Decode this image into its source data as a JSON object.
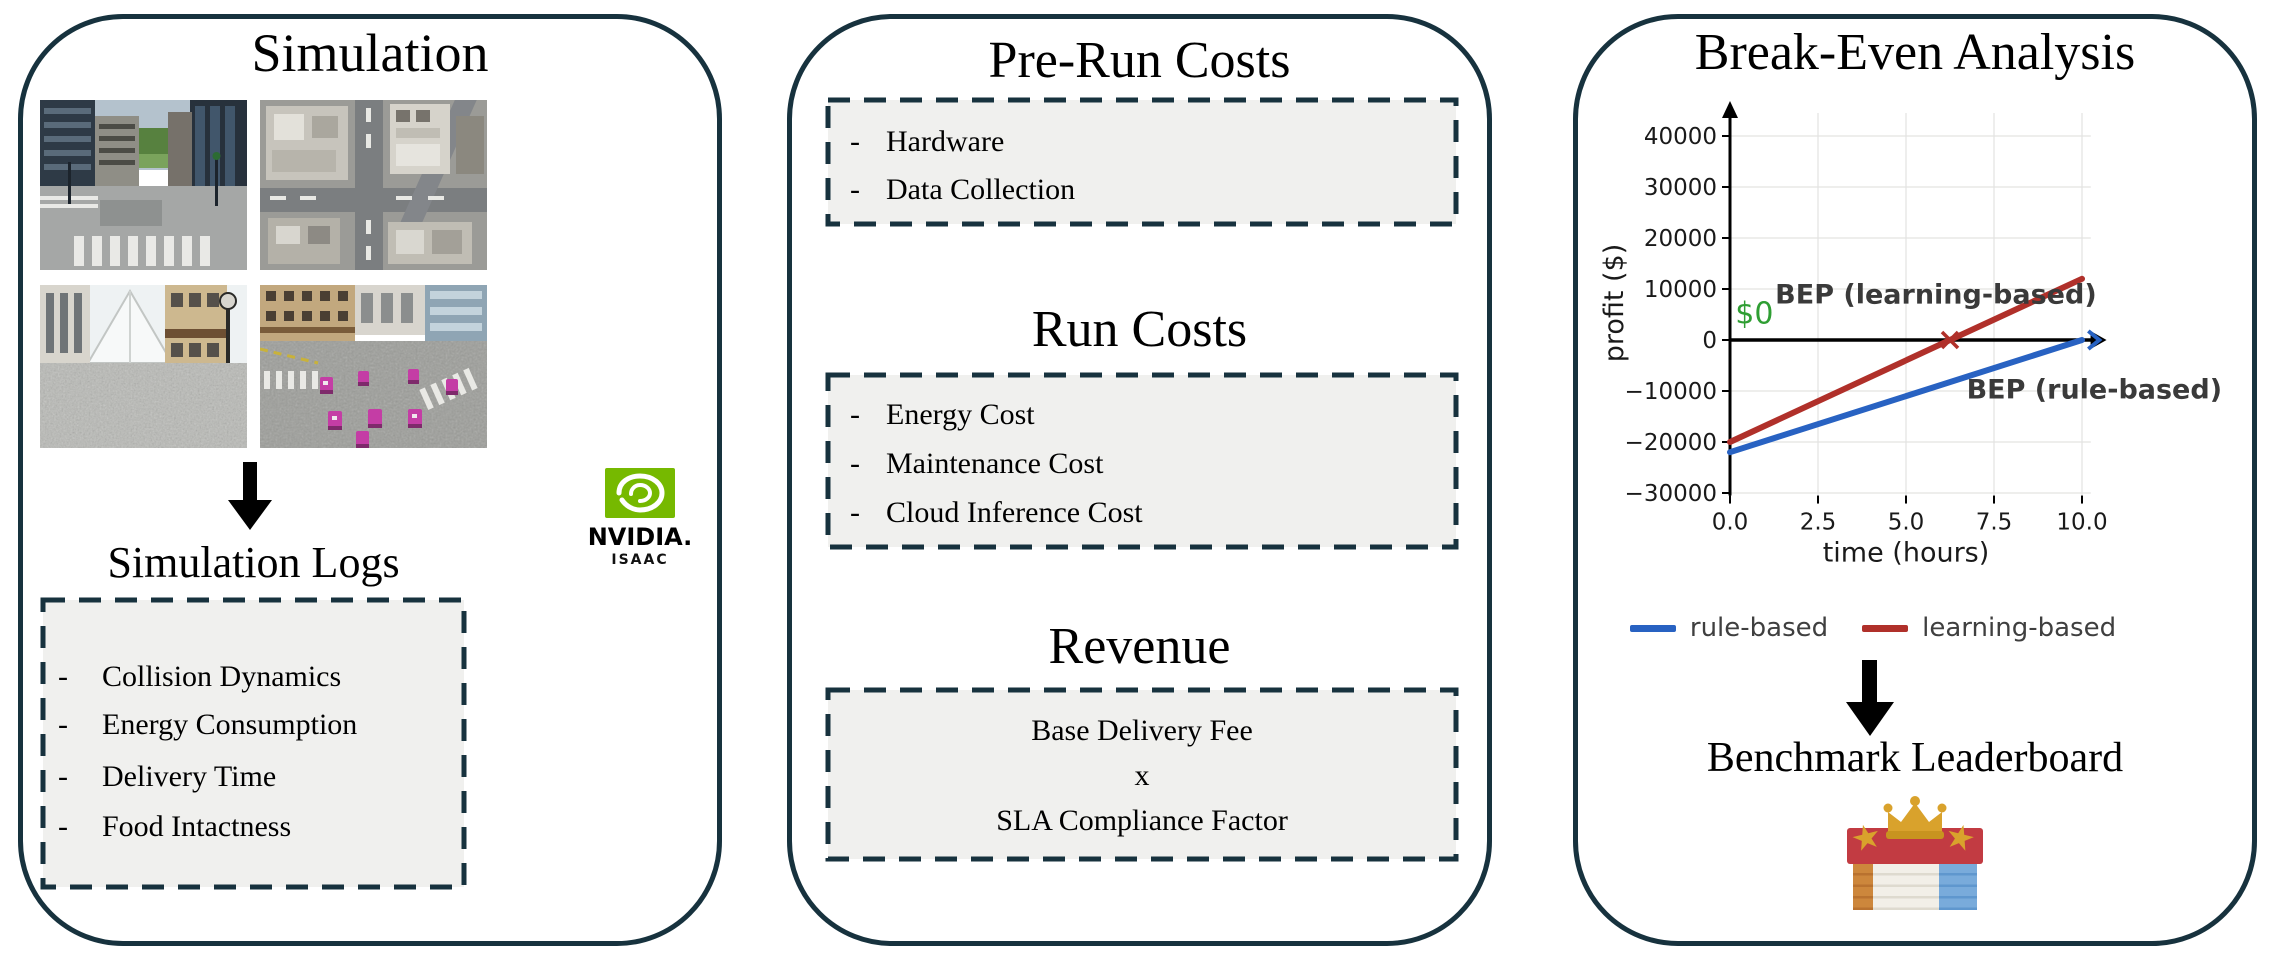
{
  "panels": {
    "simulation": {
      "title": "Simulation",
      "logs_title": "Simulation Logs",
      "bullet": "-",
      "logs_items": [
        "Collision Dynamics",
        "Energy Consumption",
        "Delivery Time",
        "Food Intactness"
      ],
      "nvidia": {
        "brand": "NVIDIA.",
        "product": "ISAAC",
        "green": "#76b900"
      }
    },
    "costs": {
      "pre_run_title": "Pre-Run Costs",
      "pre_run_items": [
        "Hardware",
        "Data Collection"
      ],
      "run_title": "Run Costs",
      "run_items": [
        "Energy Cost",
        "Maintenance Cost",
        "Cloud Inference Cost"
      ],
      "revenue_title": "Revenue",
      "revenue_lines": [
        "Base Delivery Fee",
        "x",
        "SLA Compliance Factor"
      ]
    },
    "break_even": {
      "title": "Break-Even Analysis",
      "leaderboard_title": "Benchmark Leaderboard"
    }
  },
  "chart_data": {
    "type": "line",
    "title": "",
    "xlabel": "time (hours)",
    "ylabel": "profit ($)",
    "xlim": [
      0,
      10.6
    ],
    "ylim": [
      -30000,
      45000
    ],
    "x_ticks": [
      0.0,
      2.5,
      5.0,
      7.5,
      10.0
    ],
    "y_ticks": [
      40000,
      30000,
      20000,
      10000,
      0,
      -10000,
      -20000,
      -30000
    ],
    "grid": true,
    "grid_color": "#e3e3e1",
    "zero_line_color": "#000000",
    "legend_position": "below",
    "series": [
      {
        "name": "rule-based",
        "color": "#2862c2",
        "x": [
          0,
          10
        ],
        "values": [
          -22000,
          0
        ]
      },
      {
        "name": "learning-based",
        "color": "#b0302a",
        "x": [
          0,
          10
        ],
        "values": [
          -20000,
          12000
        ]
      }
    ],
    "markers": [
      {
        "type": "x",
        "x": 6.25,
        "y": 0,
        "color": "#b0302a"
      },
      {
        "type": "chevron-right",
        "x": 10.35,
        "y": 0,
        "color": "#2862c2"
      }
    ],
    "annotations": [
      {
        "text": "$0",
        "x": 0.15,
        "y": 3200,
        "color": "#2f9e33",
        "bold": false,
        "size": 30,
        "align": "start"
      },
      {
        "text": "BEP (learning-based)",
        "x": 5.85,
        "y": 7200,
        "color": "#3a3a3a",
        "bold": true,
        "size": 27,
        "align": "middle"
      },
      {
        "text": "BEP (rule-based)",
        "x": 10.35,
        "y": -11500,
        "color": "#3a3a3a",
        "bold": true,
        "size": 27,
        "align": "middle"
      }
    ]
  }
}
